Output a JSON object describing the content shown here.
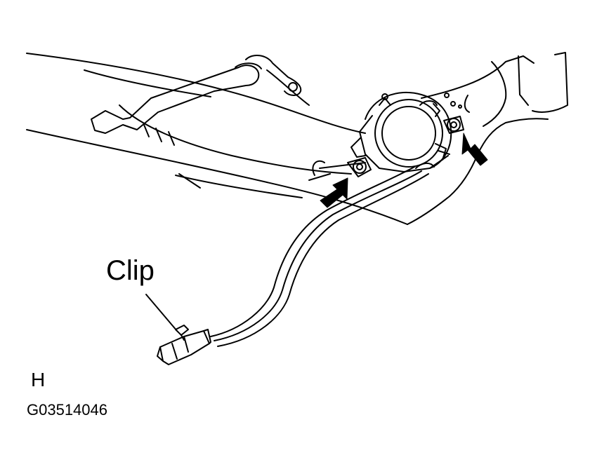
{
  "labels": {
    "clip": "Clip",
    "view": "H",
    "figure_code": "G03514046"
  },
  "colors": {
    "line": "#000000",
    "background": "#ffffff"
  }
}
